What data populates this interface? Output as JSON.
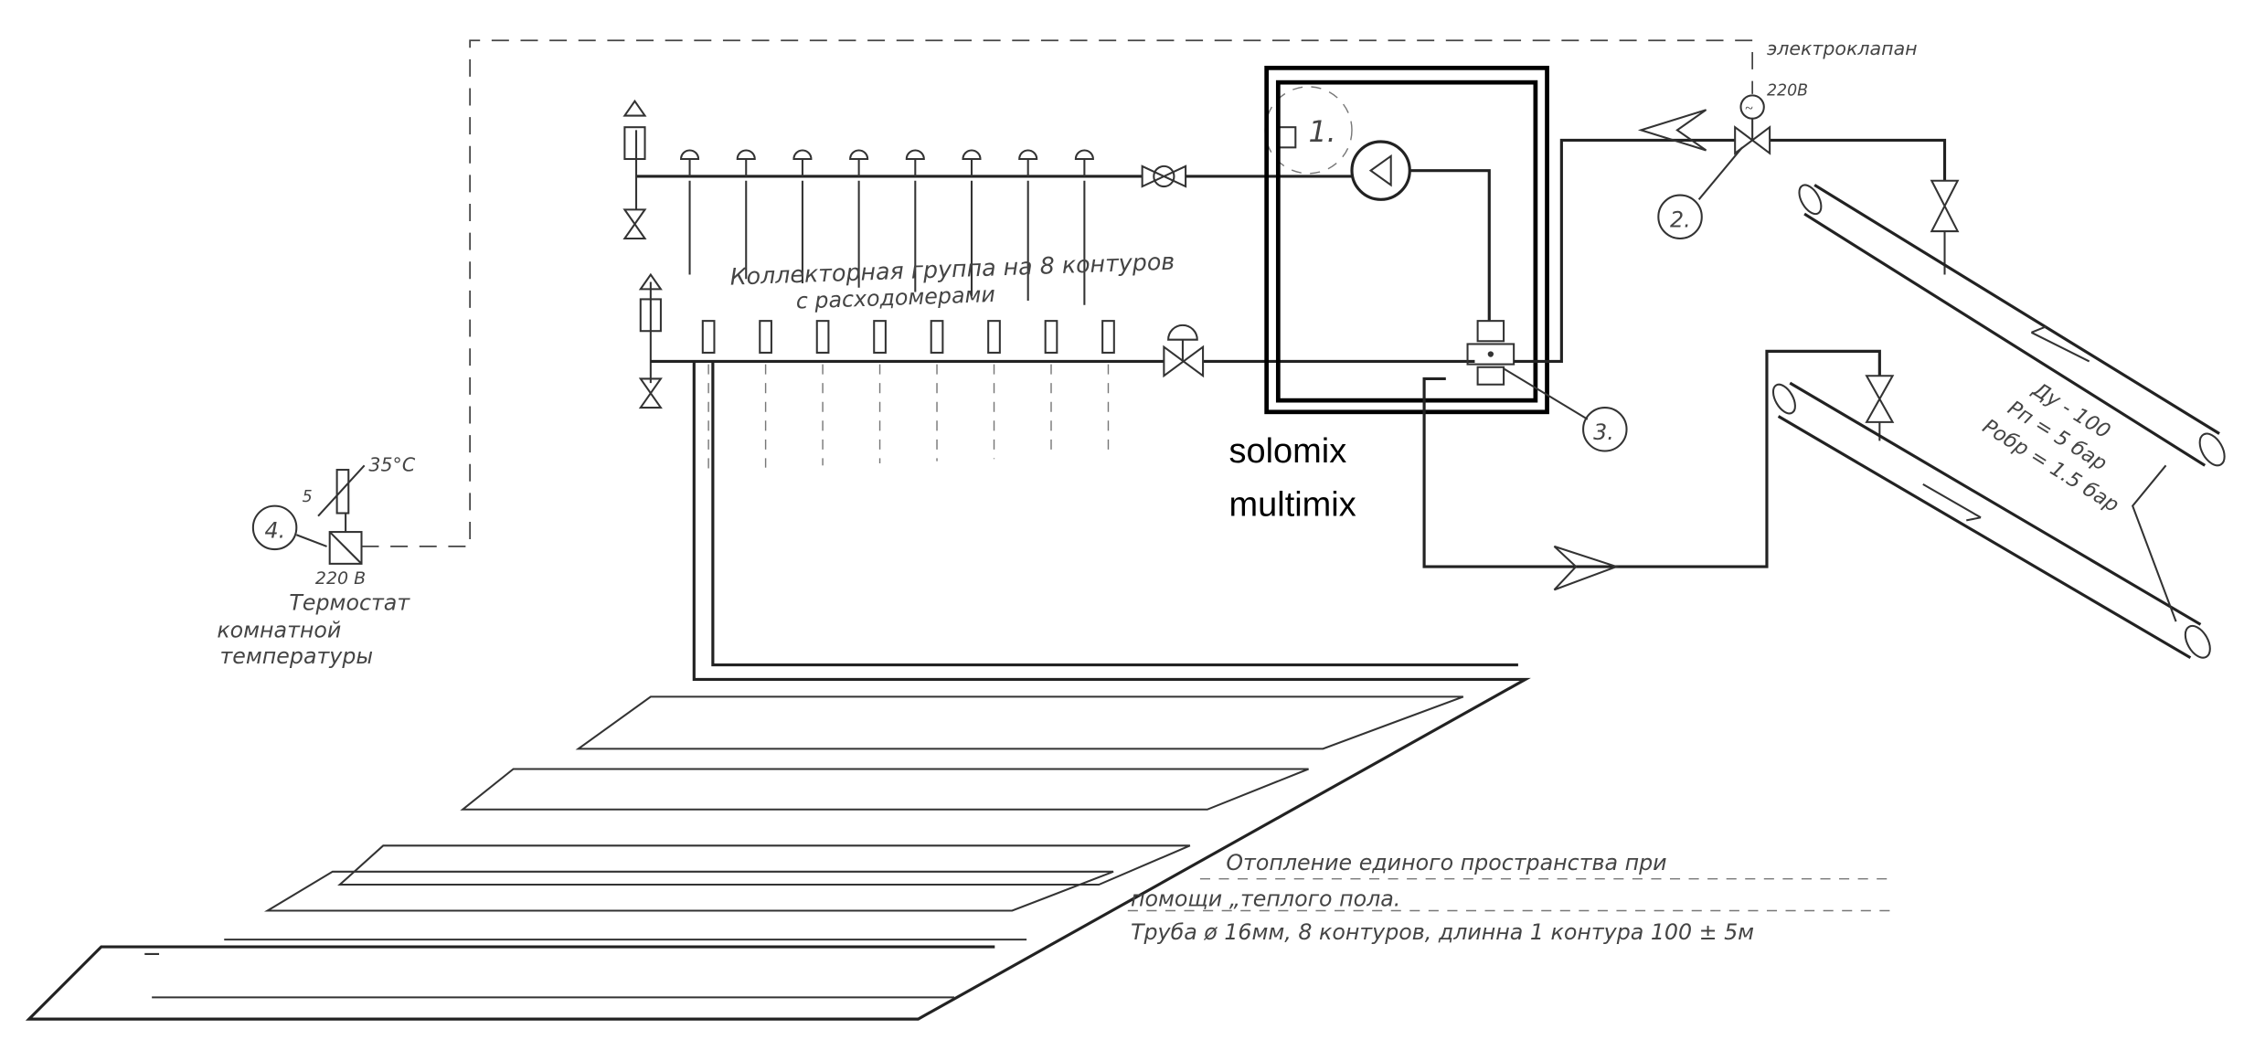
{
  "labels": {
    "solenoid_valve": "электроклапан",
    "solenoid_voltage": "220В",
    "manifold": "Коллекторная группа на 8 контуров",
    "manifold_sub": "с расходомерами",
    "mixer_1": "solomix",
    "mixer_2": "multimix",
    "thermostat_range_low": "5",
    "thermostat_range_high": "35°C",
    "thermostat_voltage": "220 В",
    "thermostat_1": "Термостат",
    "thermostat_2": "комнатной",
    "thermostat_3": "температуры",
    "pipe_dn": "Ду - 100",
    "pipe_p_supply": "Рп = 5 бар",
    "pipe_p_return": "Робр = 1.5 бар",
    "note_1": "Отопление единого пространства при",
    "note_2": "помощи „теплого пола.",
    "note_3": "Труба ø 16мм, 8 контуров, длинна 1 контура 100 ± 5м"
  },
  "callouts": [
    "1.",
    "2.",
    "3.",
    "4."
  ],
  "circuits": 8
}
